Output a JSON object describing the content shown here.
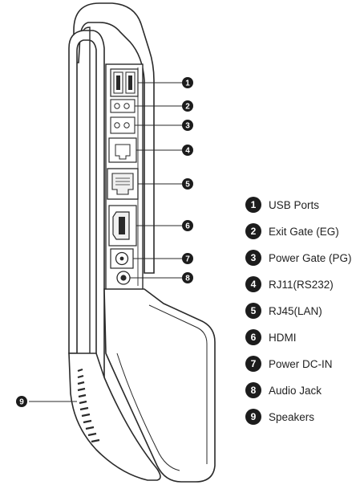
{
  "callouts": [
    {
      "num": "1",
      "label": "USB Ports"
    },
    {
      "num": "2",
      "label": "Exit Gate (EG)"
    },
    {
      "num": "3",
      "label": "Power Gate (PG)"
    },
    {
      "num": "4",
      "label": "RJ11(RS232)"
    },
    {
      "num": "5",
      "label": "RJ45(LAN)"
    },
    {
      "num": "6",
      "label": "HDMI"
    },
    {
      "num": "7",
      "label": "Power DC-IN"
    },
    {
      "num": "8",
      "label": "Audio Jack"
    },
    {
      "num": "9",
      "label": "Speakers"
    }
  ],
  "colors": {
    "outline": "#2a2a2a",
    "marker": "#1c1c1c",
    "body": "#ffffff",
    "shade": "#e9e9e9"
  }
}
